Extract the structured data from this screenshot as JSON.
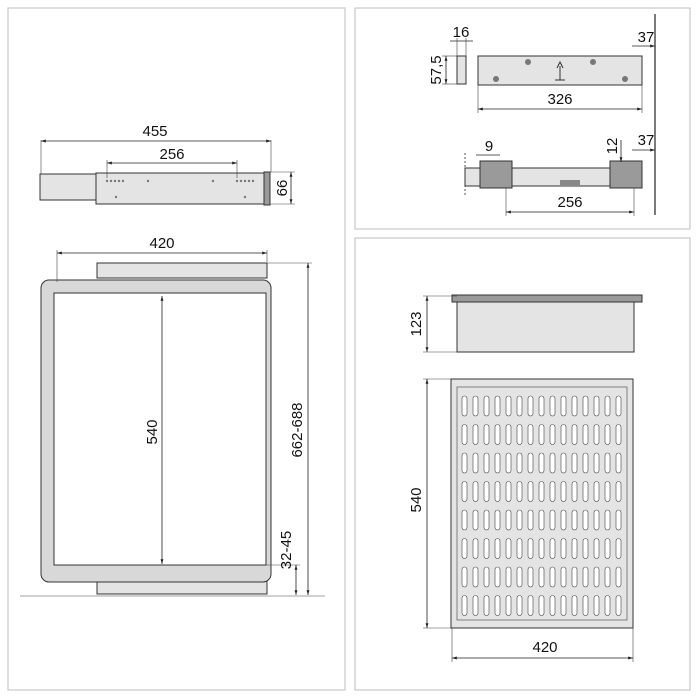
{
  "panels": {
    "side_view": {
      "length": "455",
      "hole_spacing": "256",
      "height": "66"
    },
    "top_view": {
      "width": "420",
      "inner_length": "540",
      "total_length": "662-688",
      "offset": "32-45"
    },
    "bracket_detail": {
      "thickness": "16",
      "height": "57,5",
      "length": "326",
      "setback_top": "37",
      "hole_pitch": "9",
      "hole_offset": "12",
      "setback_bottom": "37",
      "hole_spacing": "256"
    },
    "basket": {
      "height": "123",
      "depth": "540",
      "width": "420"
    }
  },
  "colors": {
    "border": "#c8c8c8",
    "part_fill": "#e4e4e4",
    "line": "#222222"
  }
}
